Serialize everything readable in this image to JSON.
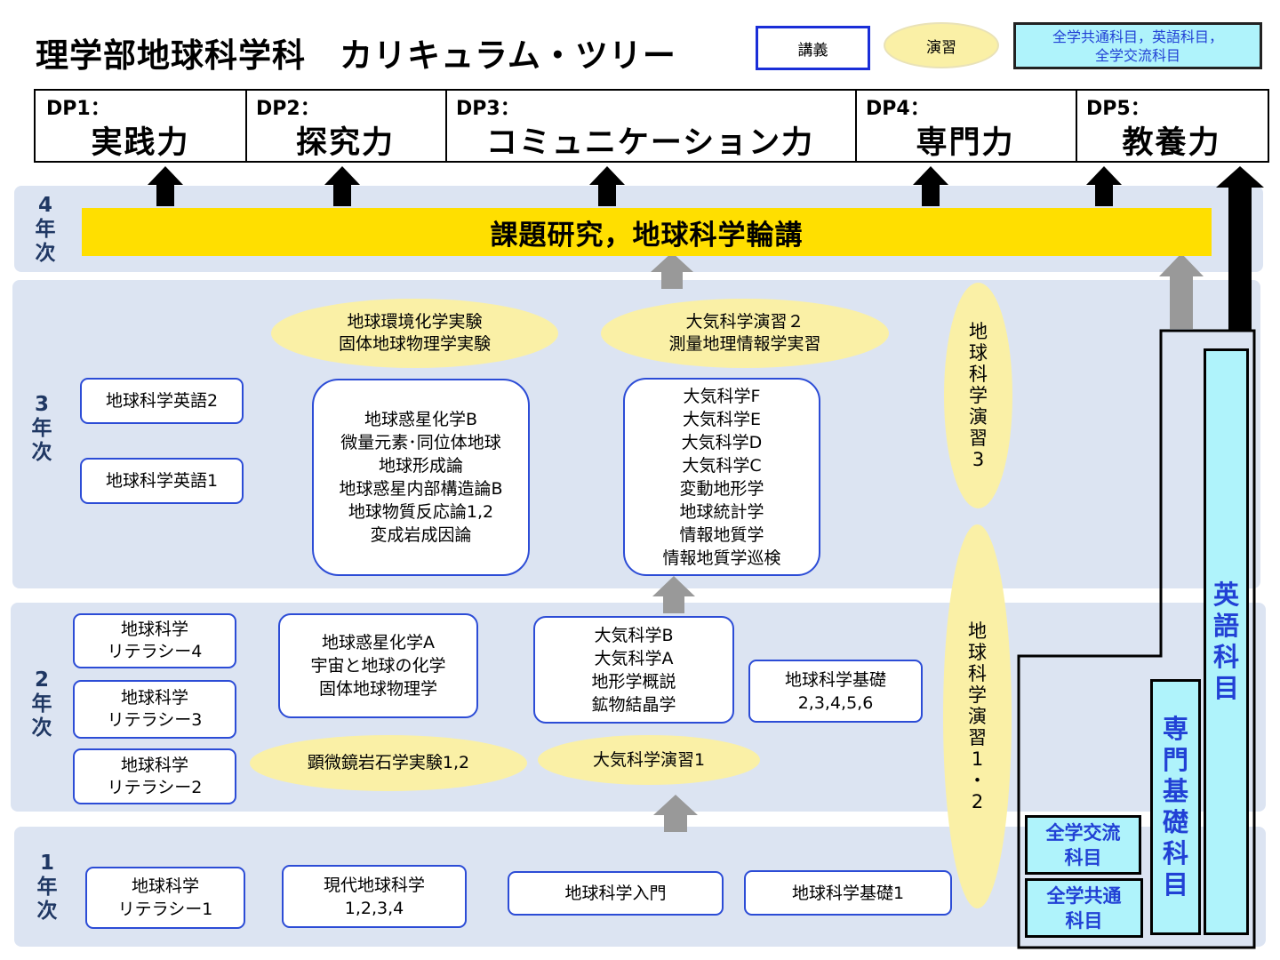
{
  "title": "理学部地球科学科　カリキュラム・ツリー",
  "legend": {
    "lecture": "講義",
    "practice": "演習",
    "common_line1": "全学共通科目，英語科目，",
    "common_line2": "全学交流科目"
  },
  "dps": [
    {
      "code": "DP1：",
      "name": "実践力"
    },
    {
      "code": "DP2：",
      "name": "探究力"
    },
    {
      "code": "DP3：",
      "name": "コミュニケーション力"
    },
    {
      "code": "DP4：",
      "name": "専門力"
    },
    {
      "code": "DP5：",
      "name": "教養力"
    }
  ],
  "years": {
    "y4": [
      "4",
      "年",
      "次"
    ],
    "y3": [
      "3",
      "年",
      "次"
    ],
    "y2": [
      "2",
      "年",
      "次"
    ],
    "y1": [
      "1",
      "年",
      "次"
    ]
  },
  "year4": {
    "bar": "課題研究，地球科学輪講"
  },
  "year3": {
    "practice_left": [
      "地球環境化学実験",
      "固体地球物理学実験"
    ],
    "practice_mid": [
      "大気科学演習２",
      "測量地理情報学実習"
    ],
    "english2": "地球科学英語2",
    "english1": "地球科学英語1",
    "box_left": [
      "地球惑星化学B",
      "微量元素･同位体地球",
      "地球形成論",
      "地球惑星内部構造論B",
      "地球物質反応論1,2",
      "変成岩成因論"
    ],
    "box_mid": [
      "大気科学F",
      "大気科学E",
      "大気科学D",
      "大気科学C",
      "変動地形学",
      "地球統計学",
      "情報地質学",
      "情報地質学巡検"
    ],
    "vertical_exercise3": [
      "地",
      "球",
      "科",
      "学",
      "演",
      "習",
      "3"
    ]
  },
  "year2": {
    "literacy4": [
      "地球科学",
      "リテラシー4"
    ],
    "literacy3": [
      "地球科学",
      "リテラシー3"
    ],
    "literacy2": [
      "地球科学",
      "リテラシー2"
    ],
    "box_a": [
      "地球惑星化学A",
      "宇宙と地球の化学",
      "固体地球物理学"
    ],
    "box_b": [
      "大気科学B",
      "大気科学A",
      "地形学概説",
      "鉱物結晶学"
    ],
    "box_c": [
      "地球科学基礎",
      "2,3,4,5,6"
    ],
    "practice_left": "顕微鏡岩石学実験1,2",
    "practice_mid": "大気科学演習1",
    "vertical_exercise12": [
      "地",
      "球",
      "科",
      "学",
      "演",
      "習",
      "1",
      "・",
      "2"
    ]
  },
  "year1": {
    "literacy1": [
      "地球科学",
      "リテラシー1"
    ],
    "modern": [
      "現代地球科学",
      "1,2,3,4"
    ],
    "intro": "地球科学入門",
    "basics1": "地球科学基礎1"
  },
  "right_panel": {
    "exchange": [
      "全学交流",
      "科目"
    ],
    "common": [
      "全学共通",
      "科目"
    ],
    "specialty": [
      "専",
      "門",
      "基",
      "礎",
      "科",
      "目"
    ],
    "english": [
      "英",
      "語",
      "科",
      "目"
    ]
  },
  "colors": {
    "lecture_border": "#2c4cd6",
    "practice_fill": "#faf0a6",
    "bar_yellow": "#ffdf00",
    "band_fill": "#dce4f2",
    "cyan": "#aff3fb",
    "arrow_gray": "#999999"
  }
}
